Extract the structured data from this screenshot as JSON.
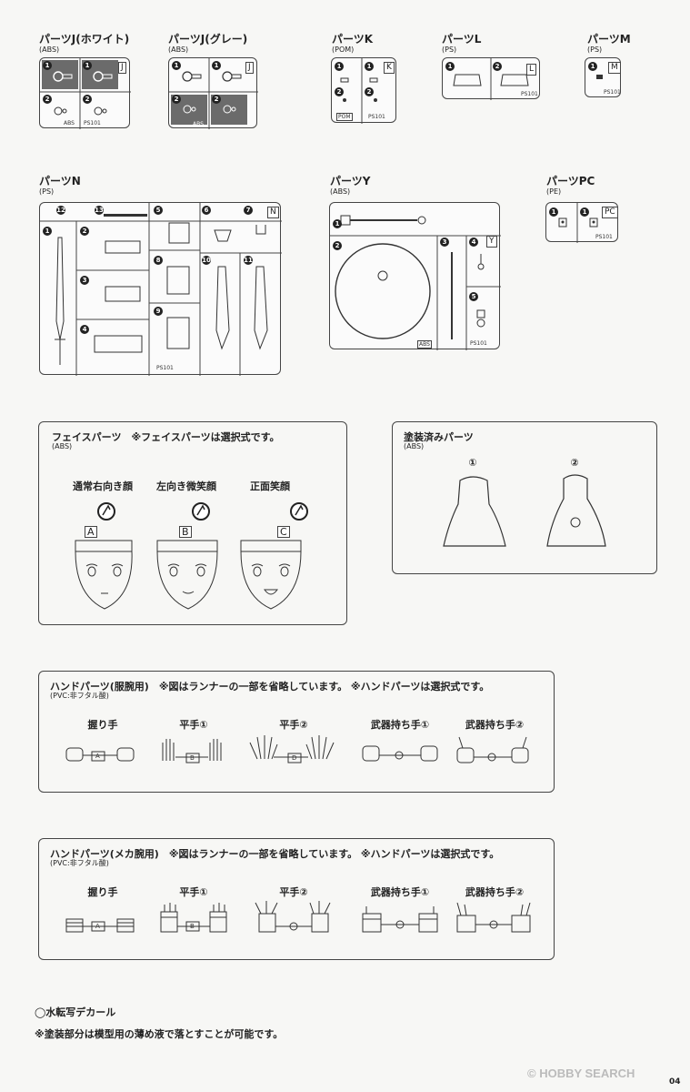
{
  "runners": {
    "j_white": {
      "title": "パーツJ(ホワイト)",
      "material": "(ABS)",
      "letter": "J",
      "nums": [
        "1",
        "1",
        "2",
        "2"
      ],
      "code": "PS101",
      "mark": "ABS"
    },
    "j_gray": {
      "title": "パーツJ(グレー)",
      "material": "(ABS)",
      "letter": "J",
      "nums": [
        "1",
        "1",
        "2",
        "2"
      ],
      "mark": "ABS"
    },
    "k": {
      "title": "パーツK",
      "material": "(POM)",
      "letter": "K",
      "nums": [
        "1",
        "1",
        "2",
        "2"
      ],
      "mark": "POM",
      "code": "PS101"
    },
    "l": {
      "title": "パーツL",
      "material": "(PS)",
      "letter": "L",
      "nums": [
        "1",
        "2"
      ],
      "code": "PS101"
    },
    "m": {
      "title": "パーツM",
      "material": "(PS)",
      "letter": "M",
      "nums": [
        "1"
      ],
      "code": "PS101"
    },
    "n": {
      "title": "パーツN",
      "material": "(PS)",
      "letter": "N",
      "nums": [
        "12",
        "13",
        "5",
        "6",
        "7",
        "1",
        "2",
        "3",
        "4",
        "8",
        "9",
        "10",
        "11"
      ],
      "code": "PS101"
    },
    "y": {
      "title": "パーツY",
      "material": "(ABS)",
      "letter": "Y",
      "nums": [
        "1",
        "2",
        "3",
        "4",
        "5"
      ],
      "mark": "ABS",
      "code": "PS101"
    },
    "pc": {
      "title": "パーツPC",
      "material": "(PE)",
      "letter": "PC",
      "nums": [
        "1",
        "1"
      ],
      "code": "PS101"
    }
  },
  "face": {
    "title": "フェイスパーツ　※フェイスパーツは選択式です。",
    "material": "(ABS)",
    "items": [
      {
        "label": "通常右向き顔",
        "letter": "A"
      },
      {
        "label": "左向き微笑顔",
        "letter": "B"
      },
      {
        "label": "正面笑顔",
        "letter": "C"
      }
    ]
  },
  "painted": {
    "title": "塗装済みパーツ",
    "material": "(ABS)",
    "items": [
      {
        "label": "①"
      },
      {
        "label": "②"
      }
    ]
  },
  "hands_cloth": {
    "title": "ハンドパーツ(服腕用)　※図はランナーの一部を省略しています。 ※ハンドパーツは選択式です。",
    "material": "(PVC:非フタル酸)",
    "items": [
      {
        "label": "握り手",
        "letter": "A"
      },
      {
        "label": "平手①",
        "letter": "B"
      },
      {
        "label": "平手②",
        "letter": "D"
      },
      {
        "label": "武器持ち手①",
        "letter": ""
      },
      {
        "label": "武器持ち手②",
        "letter": ""
      }
    ]
  },
  "hands_mecha": {
    "title": "ハンドパーツ(メカ腕用)　※図はランナーの一部を省略しています。 ※ハンドパーツは選択式です。",
    "material": "(PVC:非フタル酸)",
    "items": [
      {
        "label": "握り手",
        "letter": "A"
      },
      {
        "label": "平手①",
        "letter": "B"
      },
      {
        "label": "平手②",
        "letter": ""
      },
      {
        "label": "武器持ち手①",
        "letter": ""
      },
      {
        "label": "武器持ち手②",
        "letter": ""
      }
    ]
  },
  "notes": [
    "◯水転写デカール",
    "※塗装部分は模型用の薄め液で落とすことが可能です。"
  ],
  "watermark": "© HOBBY SEARCH",
  "page_number": "04",
  "colors": {
    "gray_fill": "#6b6b6b",
    "line": "#444444"
  }
}
